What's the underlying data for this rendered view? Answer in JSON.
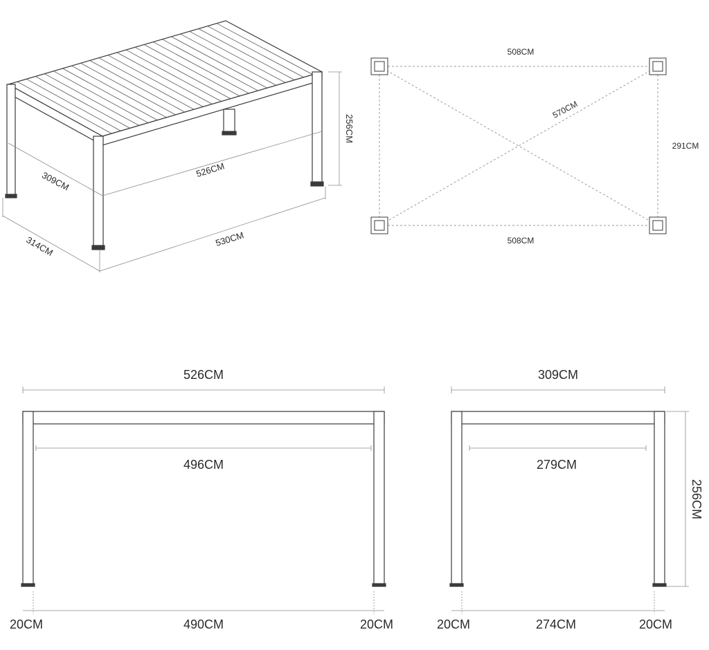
{
  "isometric": {
    "height_label": "256CM",
    "inner_depth_label": "309CM",
    "inner_width_label": "526CM",
    "outer_depth_label": "314CM",
    "outer_width_label": "530CM"
  },
  "plan": {
    "top_label": "508CM",
    "diagonal_label": "570CM",
    "side_label": "291CM",
    "bottom_label": "508CM"
  },
  "front": {
    "overall_label": "526CM",
    "inner_label": "496CM",
    "post_left_label": "20CM",
    "span_label": "490CM",
    "post_right_label": "20CM"
  },
  "side": {
    "overall_label": "309CM",
    "inner_label": "279CM",
    "height_label": "256CM",
    "post_left_label": "20CM",
    "span_label": "274CM",
    "post_right_label": "20CM"
  },
  "colors": {
    "line": "#3a3a3a",
    "dim": "#8a8a8a",
    "dashed": "#9a9a9a"
  }
}
